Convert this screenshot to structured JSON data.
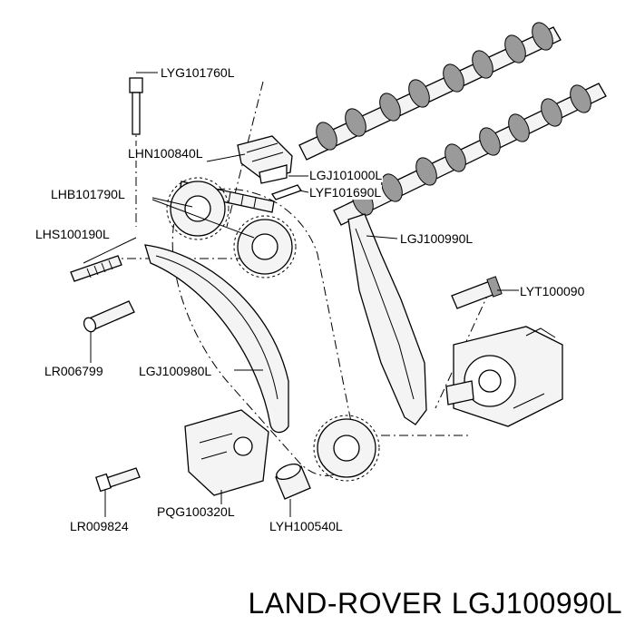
{
  "labels": {
    "lyg101760l": "LYG101760L",
    "lhn100840l": "LHN100840L",
    "lgj101000l": "LGJ101000L",
    "lhb101790l": "LHB101790L",
    "lyf101690l": "LYF101690L",
    "lhs100190l": "LHS100190L",
    "lgj100990l": "LGJ100990L",
    "lyt100090": "LYT100090",
    "lr006799": "LR006799",
    "lgj100980l": "LGJ100980L",
    "pqg100320l": "PQG100320L",
    "lr009824": "LR009824",
    "lyh100540l": "LYH100540L"
  },
  "footer": {
    "title": "LAND-ROVER LGJ100990L"
  }
}
